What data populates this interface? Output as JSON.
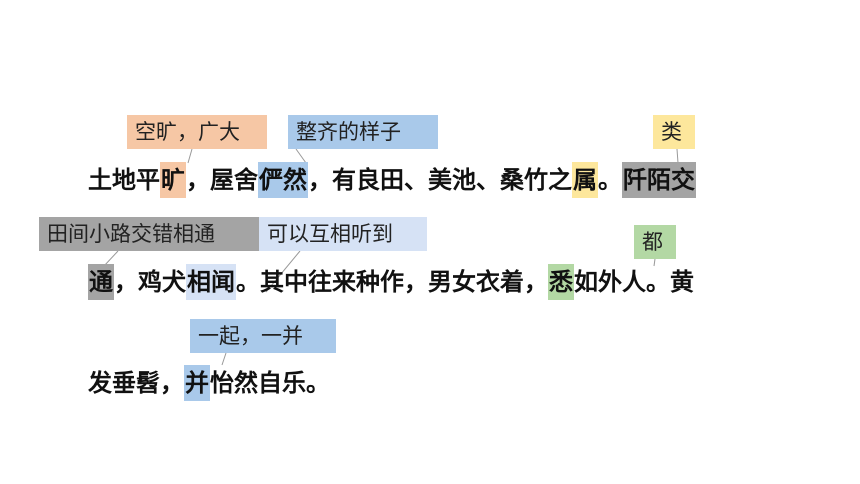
{
  "passage": {
    "line1": {
      "s1": "土地平",
      "kuang": "旷",
      "s2": "，屋舍",
      "yanran": "俨然",
      "s3": "，有良田、美池、桑竹之",
      "shu": "属",
      "s4": "。",
      "qianmo": "阡陌交"
    },
    "line2": {
      "tong": "通",
      "s1": "，鸡犬",
      "xiangwen": "相闻",
      "s2": "。其中往来种作，男女衣着，",
      "xi": "悉",
      "s3": "如外人。黄"
    },
    "line3": {
      "s1": "发垂髫，",
      "bing": "并",
      "s2": "怡然自乐。"
    }
  },
  "notes": {
    "kuang": "空旷，广大",
    "yanran": "整齐的样子",
    "shu": "类",
    "qianmo_tong": "田间小路交错相通",
    "xiangwen": "可以互相听到",
    "xi": "都",
    "bing": "一起，一并"
  },
  "colors": {
    "orange": "#f6c7a5",
    "blue": "#a9c9ea",
    "light_blue": "#d6e2f5",
    "yellow": "#fde79c",
    "gray": "#a4a4a4",
    "green": "#b3d8a4"
  }
}
